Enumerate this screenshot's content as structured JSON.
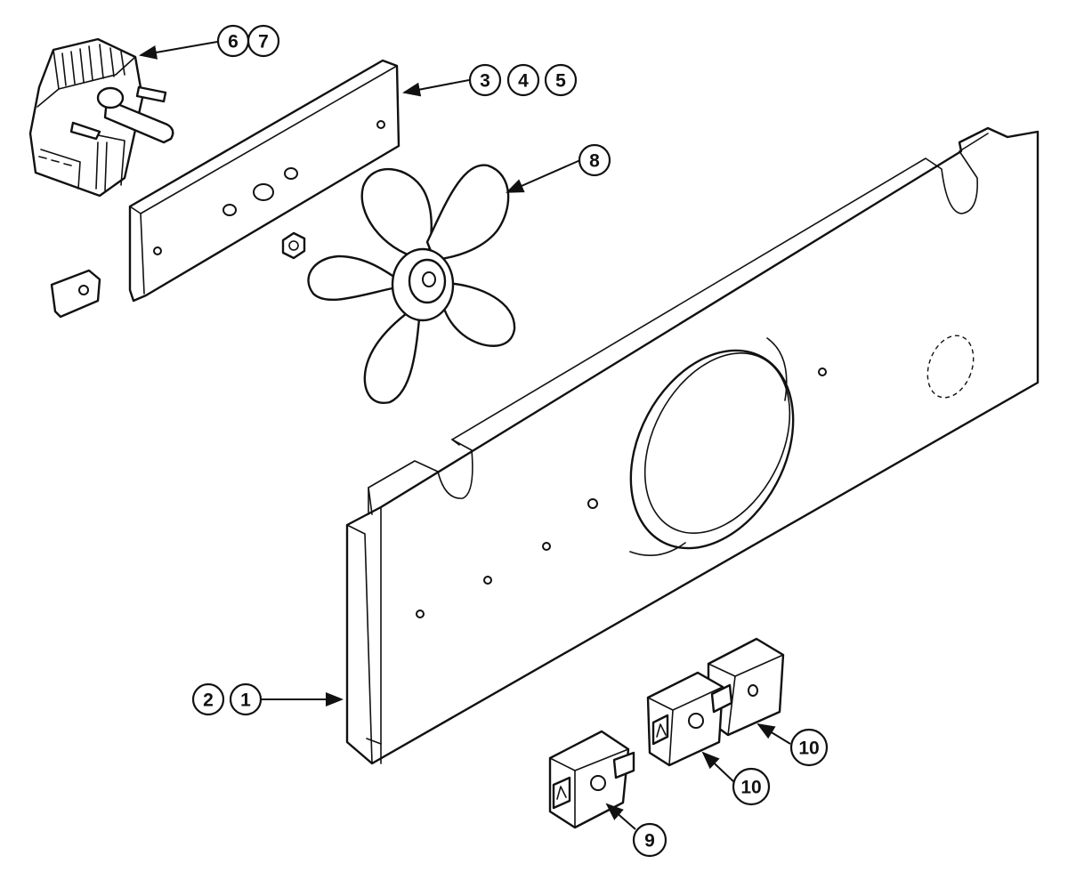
{
  "callouts": {
    "c6": "6",
    "c7": "7",
    "c3": "3",
    "c4": "4",
    "c5": "5",
    "c8": "8",
    "c2": "2",
    "c1": "1",
    "c10a": "10",
    "c10b": "10",
    "c9": "9"
  }
}
